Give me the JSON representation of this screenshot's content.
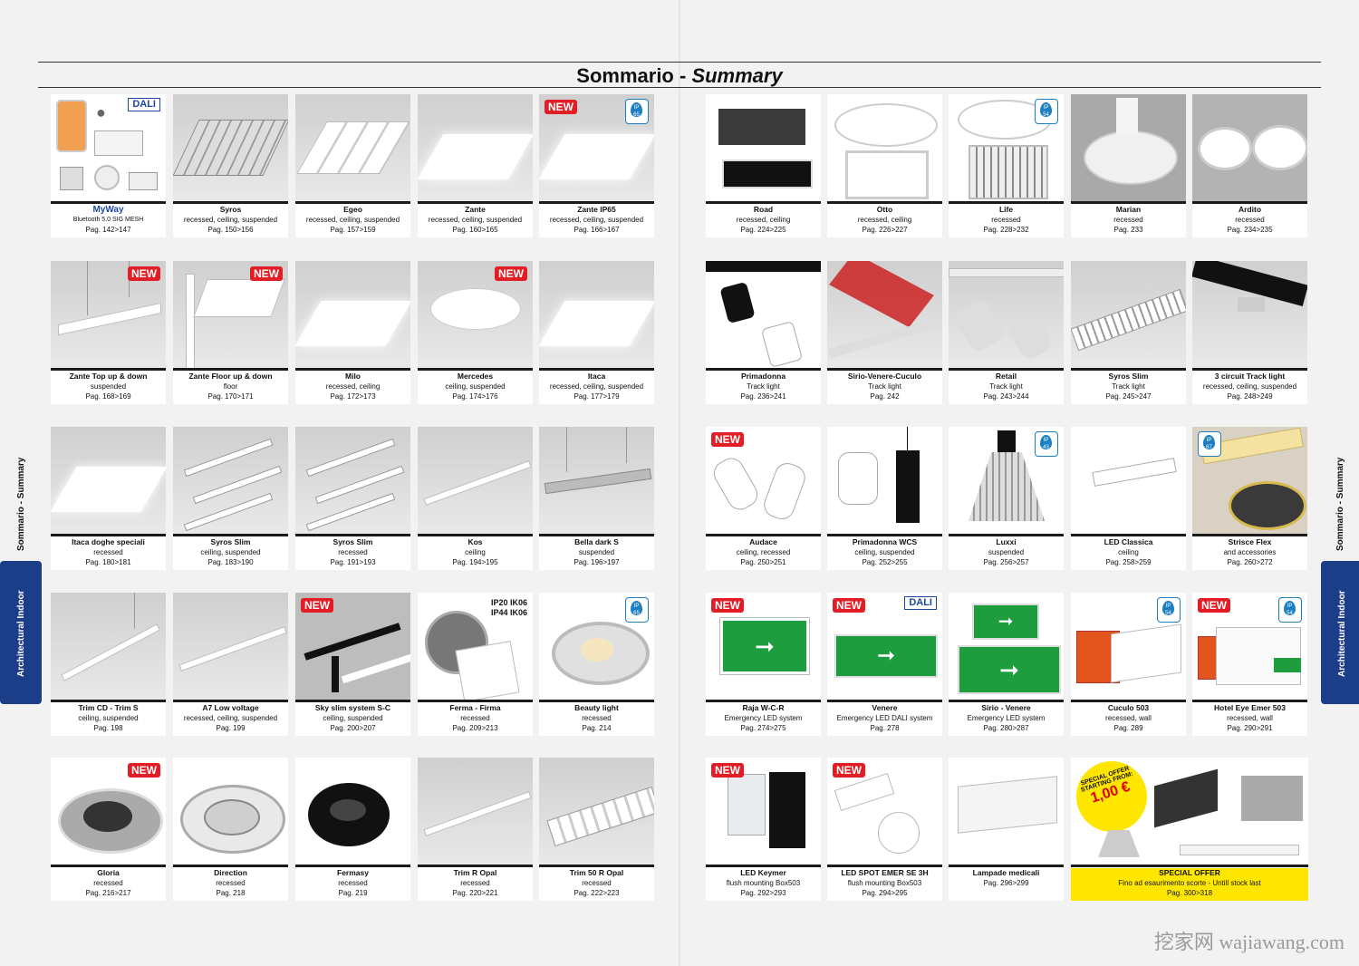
{
  "header": {
    "title_it": "Sommario",
    "title_sep": " - ",
    "title_en": "Summary"
  },
  "side_tabs": {
    "left_label": "Sommario - Summary",
    "left_section": "Architectural Indoor",
    "right_label": "Sommario - Summary",
    "right_section": "Architectural Indoor"
  },
  "watermark": "挖家网 wajiawang.com",
  "badges": {
    "new": "NEW",
    "dali": "DALI",
    "ip65": "IP 65",
    "ip54": "IP 54",
    "ip43": "IP 43",
    "ip67": "IP 67",
    "ferma_ip20": "IP20 IK06",
    "ferma_ip44": "IP44 IK06",
    "myway_bt": "Bluetooth 5.0 SIG MESH"
  },
  "offer_stamp": {
    "line1": "SPECIAL OFFER",
    "line2": "STARTING FROM:",
    "price": "1,00 €"
  },
  "products": [
    {
      "name": "MyWay",
      "desc": "",
      "page": "Pag. 142>147"
    },
    {
      "name": "Syros",
      "desc": "recessed, ceiling, suspended",
      "page": "Pag. 150>156"
    },
    {
      "name": "Egeo",
      "desc": "recessed, ceiling, suspended",
      "page": "Pag. 157>159"
    },
    {
      "name": "Zante",
      "desc": "recessed, ceiling, suspended",
      "page": "Pag. 160>165"
    },
    {
      "name": "Zante IP65",
      "desc": "recessed, ceiling, suspended",
      "page": "Pag. 166>167"
    },
    {
      "name": "Zante Top up & down",
      "desc": "suspended",
      "page": "Pag. 168>169"
    },
    {
      "name": "Zante Floor up & down",
      "desc": "floor",
      "page": "Pag. 170>171"
    },
    {
      "name": "Milo",
      "desc": "recessed, ceiling",
      "page": "Pag. 172>173"
    },
    {
      "name": "Mercedes",
      "desc": "ceiling, suspended",
      "page": "Pag. 174>176"
    },
    {
      "name": "Itaca",
      "desc": "recessed, ceiling, suspended",
      "page": "Pag. 177>179"
    },
    {
      "name": "Itaca doghe speciali",
      "desc": "recessed",
      "page": "Pag. 180>181"
    },
    {
      "name": "Syros Slim",
      "desc": "ceiling, suspended",
      "page": "Pag. 183>190"
    },
    {
      "name": "Syros Slim",
      "desc": "recessed",
      "page": "Pag. 191>193"
    },
    {
      "name": "Kos",
      "desc": "ceiling",
      "page": "Pag. 194>195"
    },
    {
      "name": "Bella dark S",
      "desc": "suspended",
      "page": "Pag. 196>197"
    },
    {
      "name": "Trim CD - Trim S",
      "desc": "ceiling, suspended",
      "page": "Pag. 198"
    },
    {
      "name": "A7 Low voltage",
      "desc": "recessed, ceiling, suspended",
      "page": "Pag. 199"
    },
    {
      "name": "Sky slim system S-C",
      "desc": "ceiling, suspended",
      "page": "Pag. 200>207"
    },
    {
      "name": "Ferma - Firma",
      "desc": "recessed",
      "page": "Pag. 209>213"
    },
    {
      "name": "Beauty light",
      "desc": "recessed",
      "page": "Pag. 214"
    },
    {
      "name": "Gloria",
      "desc": "recessed",
      "page": "Pag. 216>217"
    },
    {
      "name": "Direction",
      "desc": "recessed",
      "page": "Pag. 218"
    },
    {
      "name": "Fermasy",
      "desc": "recessed",
      "page": "Pag. 219"
    },
    {
      "name": "Trim R Opal",
      "desc": "recessed",
      "page": "Pag. 220>221"
    },
    {
      "name": "Trim 50 R Opal",
      "desc": "recessed",
      "page": "Pag. 222>223"
    },
    {
      "name": "Road",
      "desc": "recessed, ceiling",
      "page": "Pag. 224>225"
    },
    {
      "name": "Otto",
      "desc": "recessed, ceiling",
      "page": "Pag. 226>227"
    },
    {
      "name": "Life",
      "desc": "recessed",
      "page": "Pag. 228>232"
    },
    {
      "name": "Marian",
      "desc": "recessed",
      "page": "Pag. 233"
    },
    {
      "name": "Ardito",
      "desc": "recessed",
      "page": "Pag. 234>235"
    },
    {
      "name": "Primadonna",
      "desc": "Track light",
      "page": "Pag. 236>241"
    },
    {
      "name": "Sirio-Venere-Cuculo",
      "desc": "Track light",
      "page": "Pag. 242"
    },
    {
      "name": "Retail",
      "desc": "Track light",
      "page": "Pag. 243>244"
    },
    {
      "name": "Syros Slim",
      "desc": "Track light",
      "page": "Pag. 245>247"
    },
    {
      "name": "3 circuit Track light",
      "desc": "recessed, ceiling, suspended",
      "page": "Pag. 248>249"
    },
    {
      "name": "Audace",
      "desc": "ceiling, recessed",
      "page": "Pag. 250>251"
    },
    {
      "name": "Primadonna WCS",
      "desc": "ceiling, suspended",
      "page": "Pag. 252>255"
    },
    {
      "name": "Luxxi",
      "desc": "suspended",
      "page": "Pag. 256>257"
    },
    {
      "name": "LED Classica",
      "desc": "ceiling",
      "page": "Pag. 258>259"
    },
    {
      "name": "Strisce Flex",
      "desc": "and accessories",
      "page": "Pag. 260>272"
    },
    {
      "name": "Raja W-C-R",
      "desc": "Emergency LED system",
      "page": "Pag. 274>275"
    },
    {
      "name": "Venere",
      "desc": "Emergency LED DALI system",
      "page": "Pag. 278"
    },
    {
      "name": "Sirio - Venere",
      "desc": "Emergency LED system",
      "page": "Pag. 280>287"
    },
    {
      "name": "Cuculo 503",
      "desc": "recessed, wall",
      "page": "Pag. 289"
    },
    {
      "name": "Hotel Eye Emer 503",
      "desc": "recessed, wall",
      "page": "Pag. 290>291"
    },
    {
      "name": "LED Keymer",
      "desc": "flush mounting Box503",
      "page": "Pag. 292>293"
    },
    {
      "name": "LED SPOT EMER SE 3H",
      "desc": "flush mounting Box503",
      "page": "Pag. 294>295"
    },
    {
      "name": "Lampade medicali",
      "desc": "",
      "page": "Pag. 296>299"
    },
    {
      "name": "SPECIAL OFFER",
      "desc": "Fino ad esaurimento scorte - Untill stock last",
      "page": "Pag. 300>318"
    }
  ]
}
